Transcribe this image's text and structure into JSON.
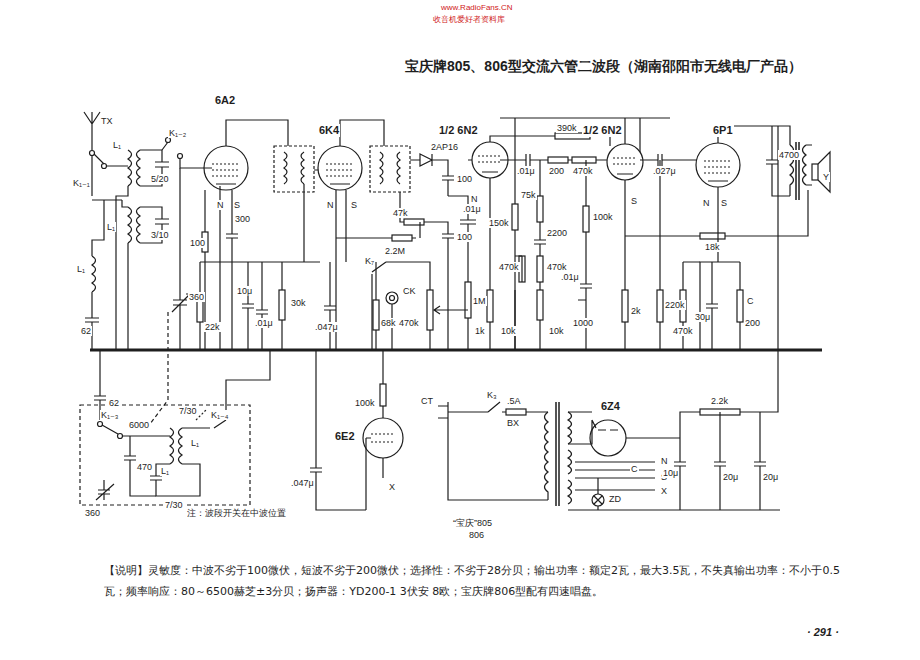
{
  "diagram": {
    "title": "宝庆牌805、806型交流六管二波段（湖南邵阳市无线电厂产品）",
    "caption": "【说明】灵敏度：中波不劣于100微伏，短波不劣于200微伏；选择性：不劣于28分贝；输出功率：额定2瓦，最大3.5瓦，不失真输出功率：不小于0.5瓦；频率响应：80～6500赫芝±3分贝；扬声器：YD200-1 3伏安 8欧；宝庆牌806型配有四速唱盘。",
    "labels": [
      "www.RadioFans.CN",
      "收音机爱好者资料库",
      "TX",
      "K₁₋₁",
      "L₁",
      "K₁₋₂",
      "5/20",
      "L₁",
      "3/10",
      "L₁",
      "62",
      "6A2",
      "N",
      "S",
      "100",
      "300",
      "360",
      "22k",
      "10μ",
      ".01μ",
      "30k",
      "6K4",
      "N",
      "S",
      ".047μ",
      "68k",
      "2AP16",
      "100",
      "47k",
      ".01μ",
      "2.2M",
      "100",
      "K₇",
      "CK",
      "470k",
      "1M",
      "1/2 6N2",
      "N",
      ".01μ",
      "200",
      "470k",
      "390k",
      "1/2 6N2",
      "75k",
      "150k",
      "2200",
      "100k",
      "470k",
      "470k",
      ".01μ",
      "1k",
      "10k",
      "10k",
      "1000",
      "S",
      ".027μ",
      "2k",
      "220k",
      "6P1",
      "4700",
      "Y",
      "N",
      "S",
      "18k",
      "470k",
      "30μ",
      "C",
      "200",
      "100k",
      "6E2",
      "X",
      "CT",
      "K₃",
      ".5A",
      "BX",
      "6Z4",
      "N",
      "C",
      "S",
      "X",
      "ZD",
      "2.2k",
      "10μ",
      "20μ",
      "20μ",
      ".047μ",
      "K₁₋₃",
      "6000",
      "7/30",
      "K₁₋₄",
      "L₁",
      "470",
      "L₁",
      "7/30",
      "62",
      "360",
      "注：波段开关在中波位置",
      "“宝庆”805",
      "806",
      "· 291 ·"
    ]
  }
}
